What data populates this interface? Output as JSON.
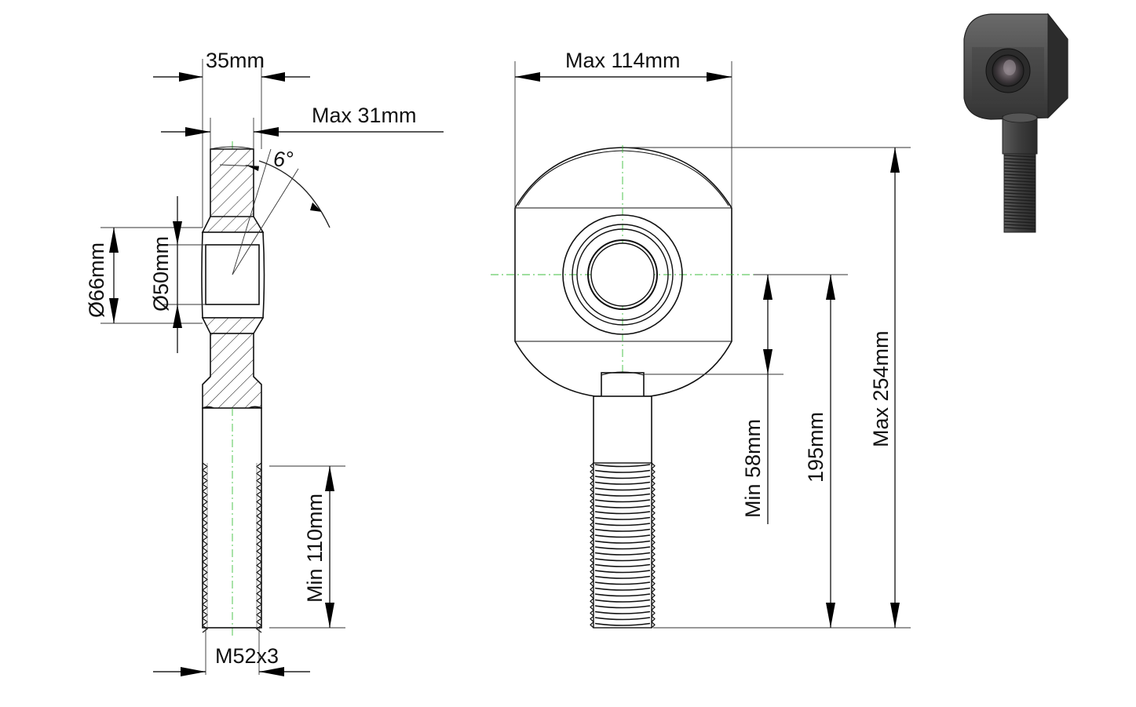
{
  "dimensions": {
    "side_width": "35mm",
    "side_ball_width": "Max 31mm",
    "tilt_angle": "6°",
    "outer_ring_dia": "Ø66mm",
    "bore_dia": "Ø50mm",
    "thread_length": "Min 110mm",
    "thread_spec": "M52x3",
    "head_width": "Max 114mm",
    "center_to_shoulder": "Min 58mm",
    "center_to_end": "195mm",
    "overall_length": "Max 254mm"
  },
  "colors": {
    "line": "#111111",
    "centerline": "#3fbf3f",
    "render_body": "#4a4a4a"
  }
}
